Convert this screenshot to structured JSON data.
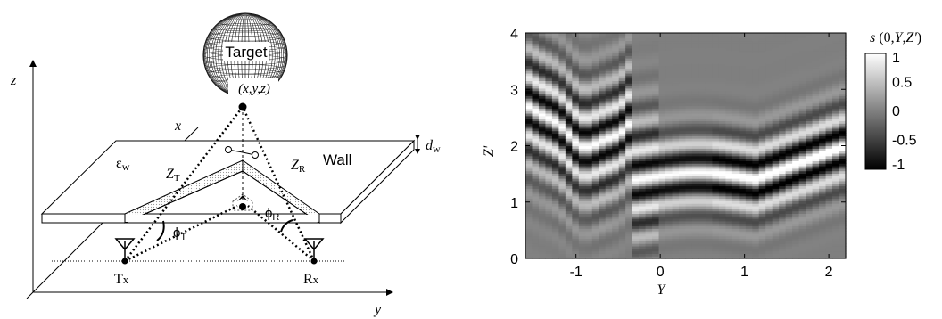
{
  "diagram": {
    "target_label": "Target",
    "target_coord": "(x,y,z)",
    "wall_label": "Wall",
    "eps_label": "εw",
    "dw_label": "dw",
    "zt_label": "ZT",
    "zr_label": "ZR",
    "phit_label": "ϕT",
    "phir_label": "ϕR",
    "tx_label": "Tx",
    "rx_label": "Rx",
    "axis_x": "x",
    "axis_y": "y",
    "axis_z": "z"
  },
  "chart_data": {
    "type": "heatmap",
    "colorbar_title": "s (0,Y,Z')",
    "xlabel": "Y",
    "ylabel": "Z'",
    "xlim": [
      -1.6,
      2.2
    ],
    "ylim": [
      0,
      4
    ],
    "x_ticks": [
      "-1",
      "0",
      "1",
      "2"
    ],
    "x_tick_values": [
      -1,
      0,
      1,
      2
    ],
    "y_ticks": [
      "0",
      "1",
      "2",
      "3",
      "4"
    ],
    "y_tick_values": [
      0,
      1,
      2,
      3,
      4
    ],
    "colorbar_ticks": [
      "1",
      "0.5",
      "0",
      "-0.5",
      "-1"
    ],
    "colorbar_tick_values": [
      1,
      0.5,
      0,
      -0.5,
      -1
    ],
    "clim": [
      -1,
      1
    ],
    "colormap": [
      "#000000",
      "#ffffff"
    ],
    "grid": false
  }
}
